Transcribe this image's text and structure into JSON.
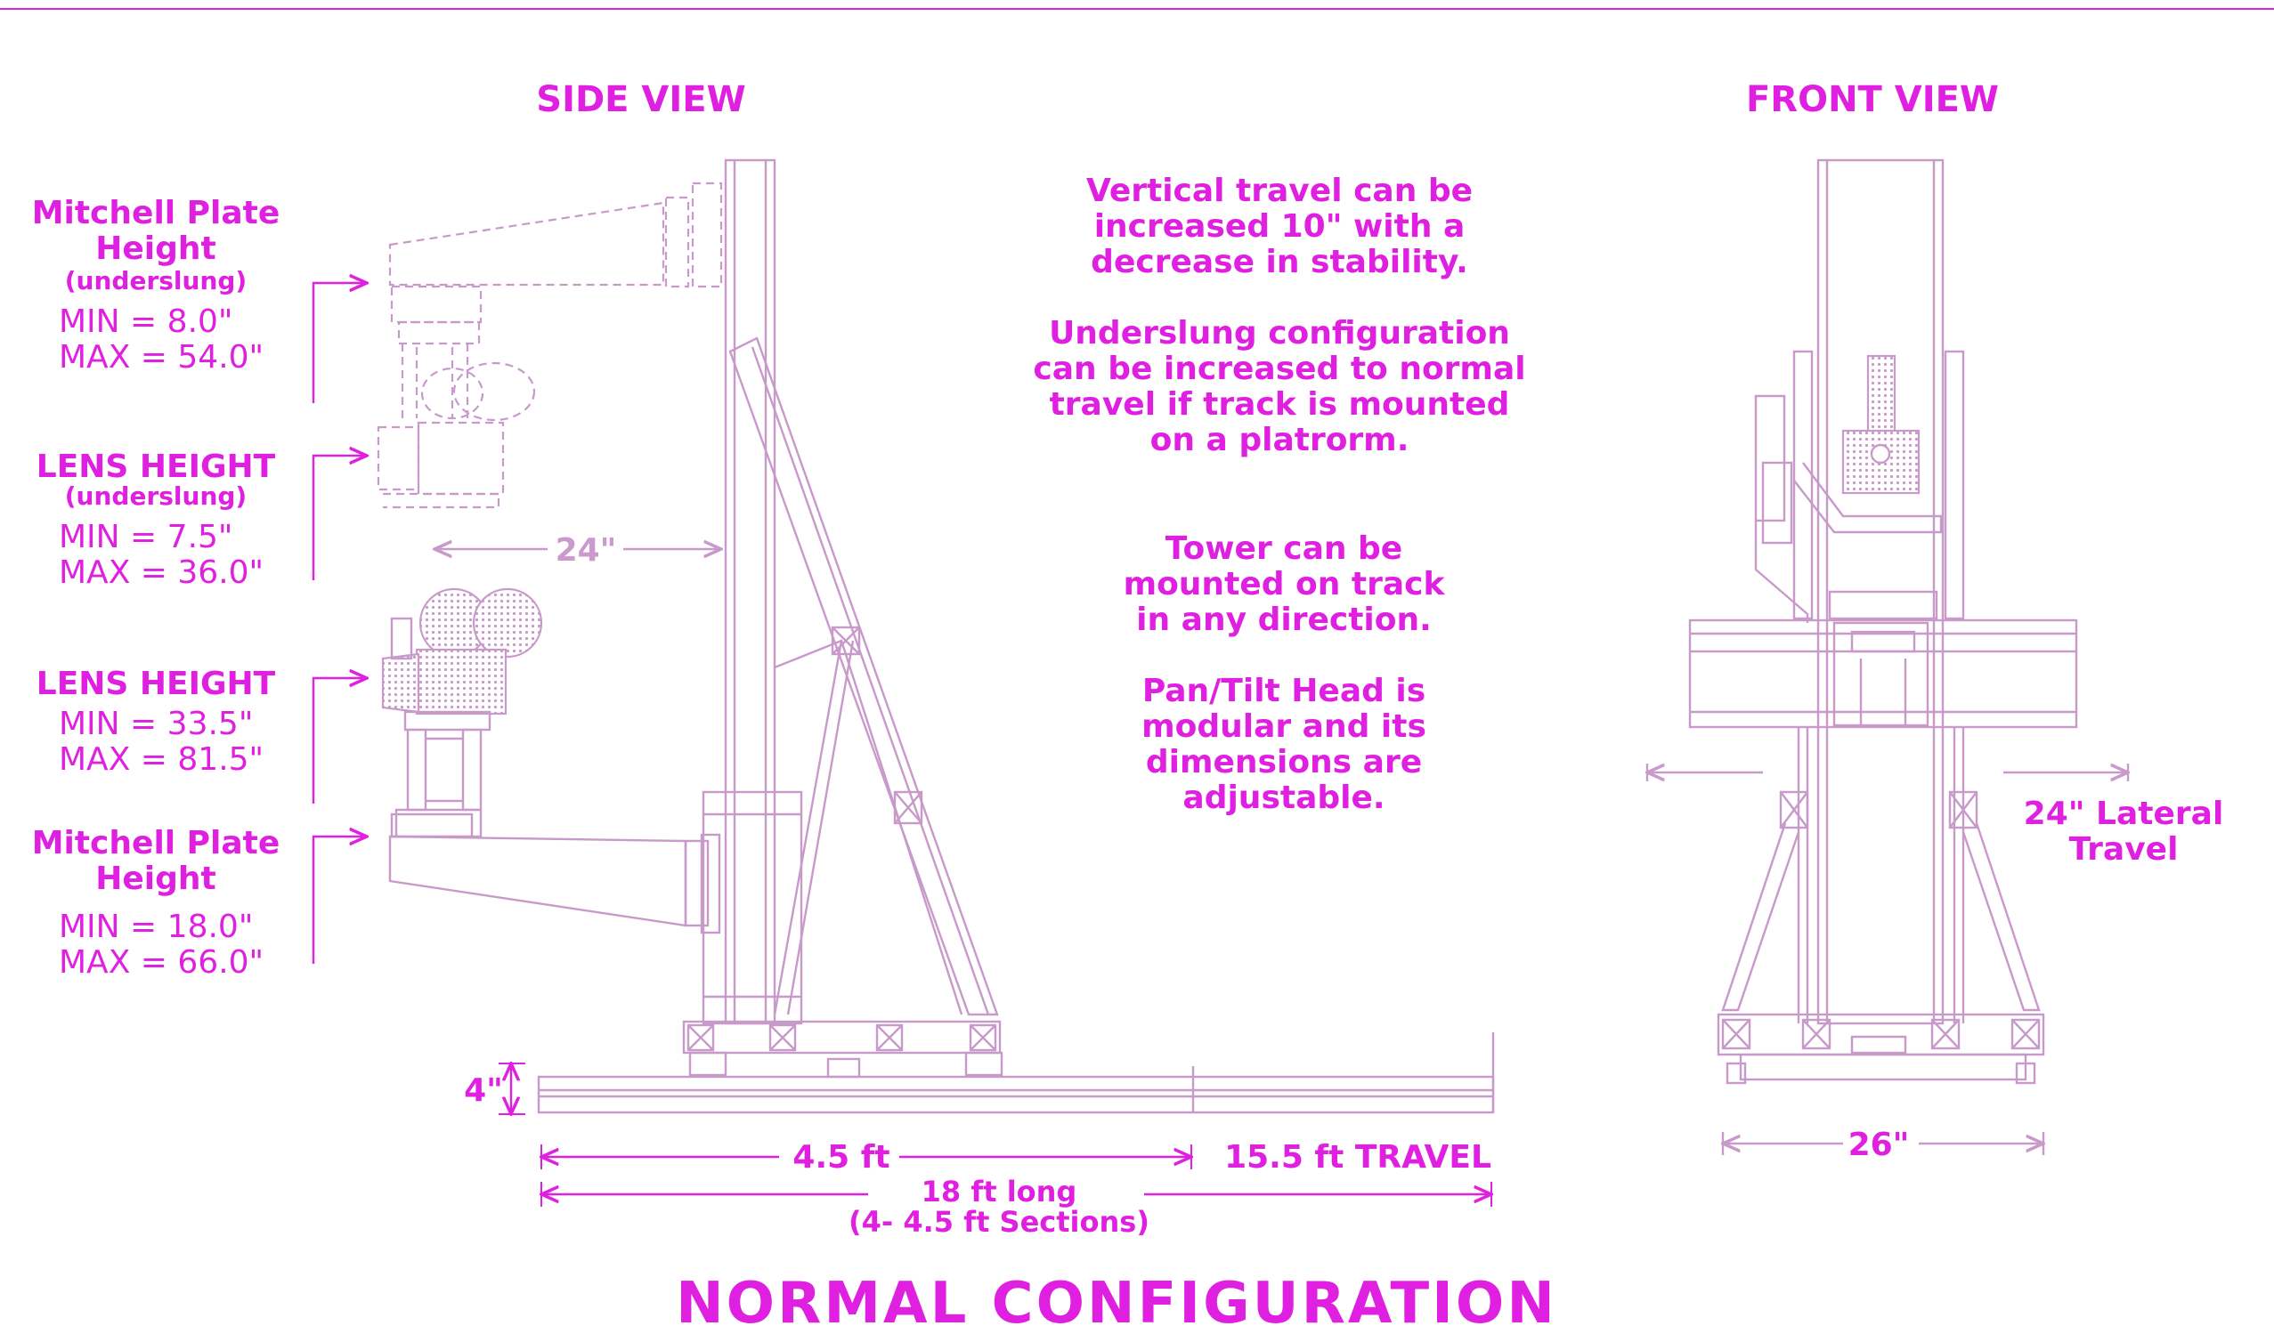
{
  "colors": {
    "annotation": "#e020e0",
    "linework": "#c79ac9",
    "dimension_text": "#c99acb",
    "background": "#ffffff"
  },
  "side_view": {
    "title": "SIDE VIEW",
    "labels": [
      {
        "title_lines": [
          "Mitchell Plate",
          "Height"
        ],
        "sub": "(underslung)",
        "min": "MIN = 8.0\"",
        "max": "MAX = 54.0\""
      },
      {
        "title_lines": [
          "LENS HEIGHT"
        ],
        "sub": "(underslung)",
        "min": "MIN = 7.5\"",
        "max": "MAX = 36.0\""
      },
      {
        "title_lines": [
          "LENS HEIGHT"
        ],
        "sub": "",
        "min": "MIN = 33.5\"",
        "max": "MAX = 81.5\""
      },
      {
        "title_lines": [
          "Mitchell Plate",
          "Height"
        ],
        "sub": "",
        "min": "MIN = 18.0\"",
        "max": "MAX = 66.0\""
      }
    ],
    "arm_reach": "24\"",
    "track_height": "4\"",
    "section_length": "4.5 ft",
    "travel": "15.5 ft TRAVEL",
    "track_length_lines": [
      "18 ft long",
      "(4- 4.5 ft Sections)"
    ]
  },
  "front_view": {
    "title": "FRONT VIEW",
    "lateral_travel_lines": [
      "24\" Lateral",
      "Travel"
    ],
    "base_width": "26\""
  },
  "notes": [
    {
      "lines": [
        "Vertical travel can be",
        "increased 10\" with a",
        "decrease in stability."
      ]
    },
    {
      "lines": [
        "Underslung configuration",
        "can be increased to normal",
        "travel if track is mounted",
        "on a platrorm."
      ]
    },
    {
      "lines": [
        "Tower can be",
        "mounted on track",
        "in any direction."
      ]
    },
    {
      "lines": [
        "Pan/Tilt Head is",
        "modular and its",
        "dimensions are",
        "adjustable."
      ]
    }
  ],
  "footer_title": "NORMAL CONFIGURATION",
  "icons": {
    "camera": "movie-camera-icon",
    "camera_underslung": "movie-camera-underslung-icon"
  }
}
